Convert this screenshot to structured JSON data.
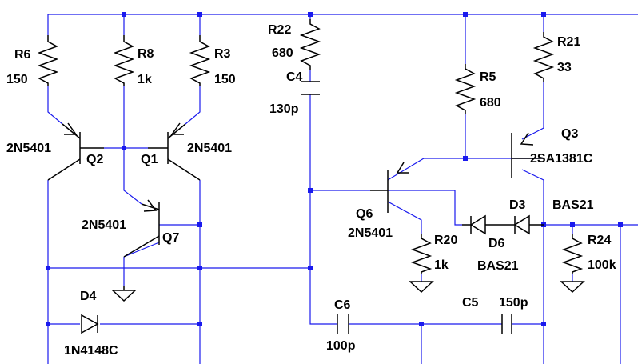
{
  "colors": {
    "wire": "#1a1aee",
    "component": "#000000",
    "background": "#ffffff"
  },
  "components": {
    "r6": {
      "ref": "R6",
      "value": "150"
    },
    "r8": {
      "ref": "R8",
      "value": "1k"
    },
    "r3": {
      "ref": "R3",
      "value": "150"
    },
    "r22": {
      "ref": "R22",
      "value": "680"
    },
    "c4": {
      "ref": "C4",
      "value": "130p"
    },
    "r5": {
      "ref": "R5",
      "value": "680"
    },
    "r21": {
      "ref": "R21",
      "value": "33"
    },
    "q1": {
      "ref": "Q1",
      "model": "2N5401"
    },
    "q2": {
      "ref": "Q2",
      "model": "2N5401"
    },
    "q3": {
      "ref": "Q3",
      "model": "2SA1381C"
    },
    "q6": {
      "ref": "Q6",
      "model": "2N5401"
    },
    "q7": {
      "ref": "Q7",
      "model": "2N5401"
    },
    "d3": {
      "ref": "D3",
      "model": "BAS21"
    },
    "d6": {
      "ref": "D6",
      "model": "BAS21"
    },
    "r20": {
      "ref": "R20",
      "value": "1k"
    },
    "r24": {
      "ref": "R24",
      "value": "100k"
    },
    "d4": {
      "ref": "D4",
      "model": "1N4148C"
    },
    "c6": {
      "ref": "C6",
      "value": "100p"
    },
    "c5": {
      "ref": "C5",
      "value": "150p"
    }
  }
}
